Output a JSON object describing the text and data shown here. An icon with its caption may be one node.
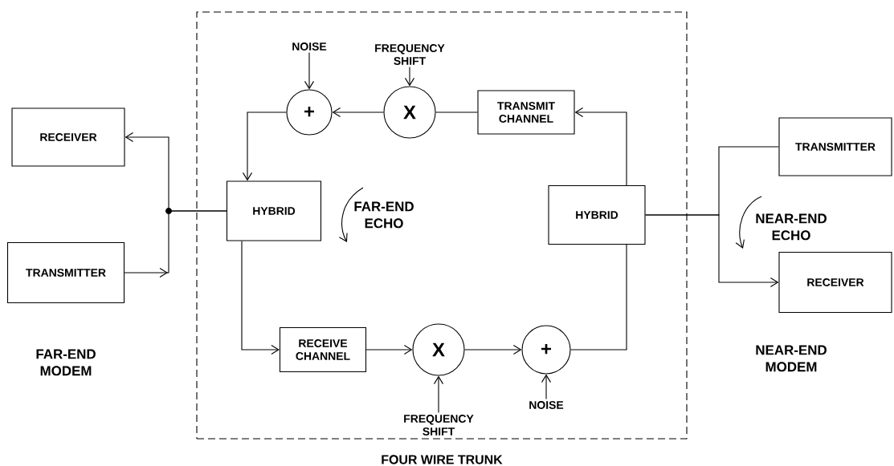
{
  "diagram": {
    "nodes": [
      {
        "text": [
          "FOUR WIRE TRUNK"
        ]
      },
      {
        "text": [
          "RECEIVER"
        ]
      },
      {
        "text": [
          "TRANSMITTER"
        ]
      },
      {
        "text": [
          "HYBRID"
        ],
        "in": 0
      },
      {
        "text": [
          "HYBRID"
        ],
        "in": 0
      },
      {
        "text": [
          "TRANSMIT CHANNEL"
        ],
        "in": 0
      },
      {
        "text": [
          "X"
        ],
        "in": 0
      },
      {
        "text": [
          "+"
        ],
        "in": 0
      },
      {
        "text": [
          "NOISE"
        ],
        "in": 0
      },
      {
        "text": [
          "FREQUENCY SHIFT"
        ],
        "in": 0
      },
      {
        "text": [
          "RECEIVE CHANNEL"
        ],
        "in": 0
      },
      {
        "text": [
          "X"
        ],
        "in": 0
      },
      {
        "text": [
          "+"
        ],
        "in": 0
      },
      {
        "text": [
          "FREQUENCY SHIFT"
        ],
        "in": 0
      },
      {
        "text": [
          "NOISE"
        ],
        "in": 0
      },
      {
        "text": [
          "TRANSMITTER"
        ]
      },
      {
        "text": [
          "RECEIVER"
        ]
      }
    ],
    "edges": [
      {
        "from": 2,
        "to": 3,
        "arrow": "to"
      },
      {
        "from": 3,
        "to": 1,
        "arrow": "to"
      },
      {
        "from": 4,
        "to": 5,
        "arrow": "to"
      },
      {
        "from": 5,
        "to": 6,
        "arrow": "none"
      },
      {
        "from": 6,
        "to": 7,
        "arrow": "to"
      },
      {
        "from": 7,
        "to": 3,
        "arrow": "to"
      },
      {
        "from": 8,
        "to": 7,
        "arrow": "to"
      },
      {
        "from": 9,
        "to": 6,
        "arrow": "to"
      },
      {
        "from": 3,
        "to": 10,
        "arrow": "to"
      },
      {
        "from": 10,
        "to": 11,
        "arrow": "to"
      },
      {
        "from": 11,
        "to": 12,
        "arrow": "to"
      },
      {
        "from": 12,
        "to": 4,
        "arrow": "none"
      },
      {
        "from": 13,
        "to": 11,
        "arrow": "to"
      },
      {
        "from": 14,
        "to": 12,
        "arrow": "to"
      },
      {
        "from": 15,
        "to": 4,
        "arrow": "none"
      },
      {
        "from": 4,
        "to": 16,
        "arrow": "to"
      }
    ],
    "labels": [
      "FAR-END ECHO",
      "NEAR-END ECHO",
      "FAR-END MODEM",
      "NEAR-END MODEM"
    ]
  }
}
